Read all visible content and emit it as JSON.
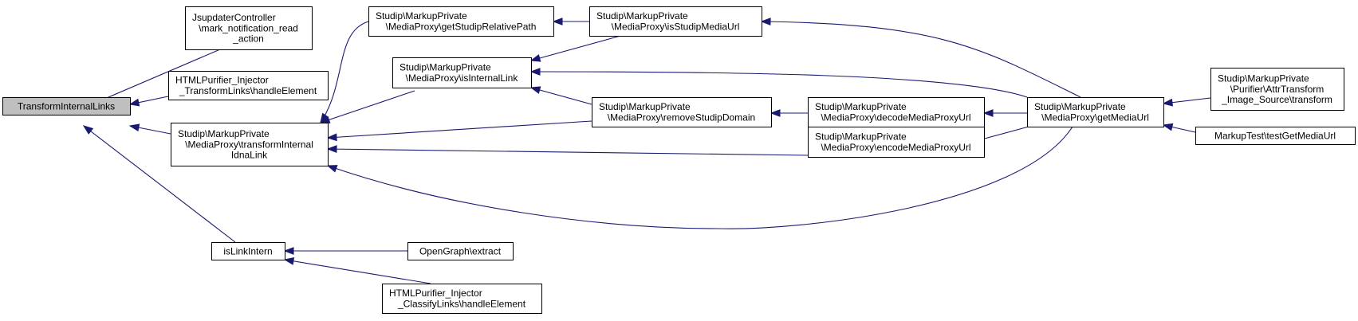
{
  "graph": {
    "nodes": [
      {
        "id": "transform_internal_links",
        "root": true,
        "lines": [
          "TransformInternalLinks"
        ]
      },
      {
        "id": "jsupdater_mark_notification",
        "lines": [
          "JsupdaterController",
          "\\mark_notification_read",
          "_action"
        ]
      },
      {
        "id": "htmlpurifier_transformlinks",
        "lines": [
          "HTMLPurifier_Injector",
          "_TransformLinks\\handleElement"
        ]
      },
      {
        "id": "mediaproxy_transform_idna",
        "lines": [
          "Studip\\MarkupPrivate",
          "\\MediaProxy\\transformInternal",
          "IdnaLink"
        ]
      },
      {
        "id": "is_link_intern",
        "lines": [
          "isLinkIntern"
        ]
      },
      {
        "id": "mediaproxy_get_relative_path",
        "lines": [
          "Studip\\MarkupPrivate",
          "\\MediaProxy\\getStudipRelativePath"
        ]
      },
      {
        "id": "mediaproxy_is_internal_link",
        "lines": [
          "Studip\\MarkupPrivate",
          "\\MediaProxy\\isInternalLink"
        ]
      },
      {
        "id": "mediaproxy_is_studip_media_url",
        "lines": [
          "Studip\\MarkupPrivate",
          "\\MediaProxy\\isStudipMediaUrl"
        ]
      },
      {
        "id": "mediaproxy_remove_studip_domain",
        "lines": [
          "Studip\\MarkupPrivate",
          "\\MediaProxy\\removeStudipDomain"
        ]
      },
      {
        "id": "mediaproxy_decode_url",
        "lines": [
          "Studip\\MarkupPrivate",
          "\\MediaProxy\\decodeMediaProxyUrl"
        ]
      },
      {
        "id": "mediaproxy_encode_url",
        "lines": [
          "Studip\\MarkupPrivate",
          "\\MediaProxy\\encodeMediaProxyUrl"
        ]
      },
      {
        "id": "mediaproxy_get_media_url",
        "lines": [
          "Studip\\MarkupPrivate",
          "\\MediaProxy\\getMediaUrl"
        ]
      },
      {
        "id": "attrtransform_image_source",
        "lines": [
          "Studip\\MarkupPrivate",
          "\\Purifier\\AttrTransform",
          "_Image_Source\\transform"
        ]
      },
      {
        "id": "markuptest_get_media_url",
        "lines": [
          "MarkupTest\\testGetMediaUrl"
        ]
      },
      {
        "id": "opengraph_extract",
        "lines": [
          "OpenGraph\\extract"
        ]
      },
      {
        "id": "htmlpurifier_classifylinks",
        "lines": [
          "HTMLPurifier_Injector",
          "_ClassifyLinks\\handleElement"
        ]
      }
    ],
    "edges": [
      {
        "from": "jsupdater_mark_notification",
        "to": "transform_internal_links"
      },
      {
        "from": "htmlpurifier_transformlinks",
        "to": "transform_internal_links"
      },
      {
        "from": "mediaproxy_transform_idna",
        "to": "transform_internal_links"
      },
      {
        "from": "is_link_intern",
        "to": "transform_internal_links"
      },
      {
        "from": "mediaproxy_get_relative_path",
        "to": "mediaproxy_transform_idna"
      },
      {
        "from": "mediaproxy_is_internal_link",
        "to": "mediaproxy_transform_idna"
      },
      {
        "from": "mediaproxy_remove_studip_domain",
        "to": "mediaproxy_transform_idna"
      },
      {
        "from": "mediaproxy_encode_url",
        "to": "mediaproxy_transform_idna"
      },
      {
        "from": "mediaproxy_get_media_url",
        "to": "mediaproxy_transform_idna"
      },
      {
        "from": "mediaproxy_is_studip_media_url",
        "to": "mediaproxy_get_relative_path"
      },
      {
        "from": "mediaproxy_is_studip_media_url",
        "to": "mediaproxy_is_internal_link"
      },
      {
        "from": "mediaproxy_remove_studip_domain",
        "to": "mediaproxy_is_internal_link"
      },
      {
        "from": "mediaproxy_get_media_url",
        "to": "mediaproxy_is_internal_link"
      },
      {
        "from": "mediaproxy_get_media_url",
        "to": "mediaproxy_is_studip_media_url"
      },
      {
        "from": "mediaproxy_decode_url",
        "to": "mediaproxy_remove_studip_domain"
      },
      {
        "from": "mediaproxy_get_media_url",
        "to": "mediaproxy_decode_url"
      },
      {
        "from": "mediaproxy_get_media_url",
        "to": "mediaproxy_encode_url"
      },
      {
        "from": "attrtransform_image_source",
        "to": "mediaproxy_get_media_url"
      },
      {
        "from": "markuptest_get_media_url",
        "to": "mediaproxy_get_media_url"
      },
      {
        "from": "opengraph_extract",
        "to": "is_link_intern"
      },
      {
        "from": "htmlpurifier_classifylinks",
        "to": "is_link_intern"
      }
    ]
  }
}
